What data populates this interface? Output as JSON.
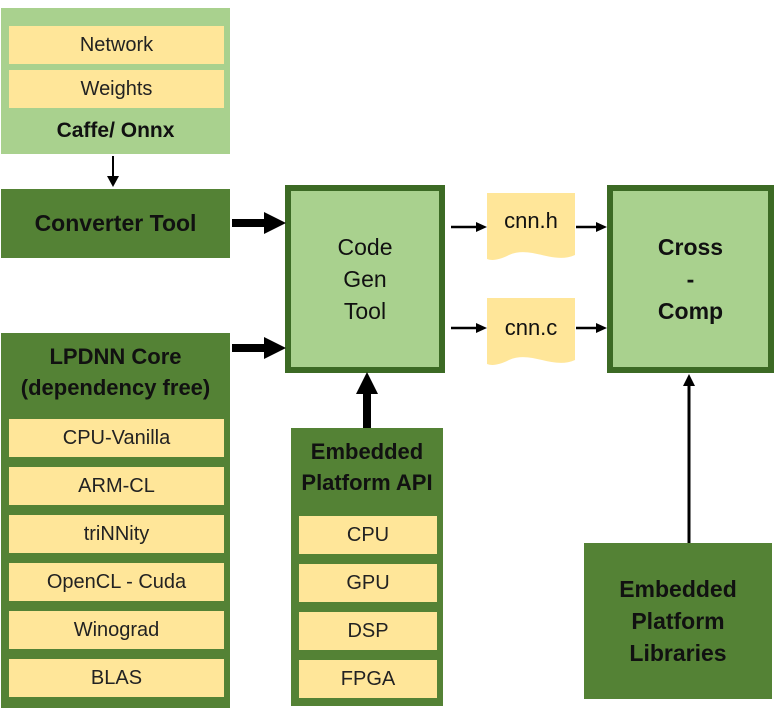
{
  "caffe_box": {
    "items": [
      "Network",
      "Weights"
    ],
    "title": "Caffe/ Onnx"
  },
  "converter": {
    "label": "Converter Tool"
  },
  "lpdnn": {
    "title_line1": "LPDNN Core",
    "title_line2": "(dependency free)",
    "items": [
      "CPU-Vanilla",
      "ARM-CL",
      "triNNity",
      "OpenCL - Cuda",
      "Winograd",
      "BLAS"
    ]
  },
  "codegen": {
    "line1": "Code",
    "line2": "Gen",
    "line3": "Tool"
  },
  "files": {
    "header": "cnn.h",
    "source": "cnn.c"
  },
  "crosscomp": {
    "line1": "Cross",
    "line2": "-",
    "line3": "Comp"
  },
  "platform_api": {
    "title_line1": "Embedded",
    "title_line2": "Platform API",
    "items": [
      "CPU",
      "GPU",
      "DSP",
      "FPGA"
    ]
  },
  "platform_libs": {
    "line1": "Embedded",
    "line2": "Platform",
    "line3": "Libraries"
  },
  "colors": {
    "light_green": "#a9d18e",
    "dark_green": "#548235",
    "border_green": "#3c6a24",
    "chip_yellow": "#ffe699"
  }
}
